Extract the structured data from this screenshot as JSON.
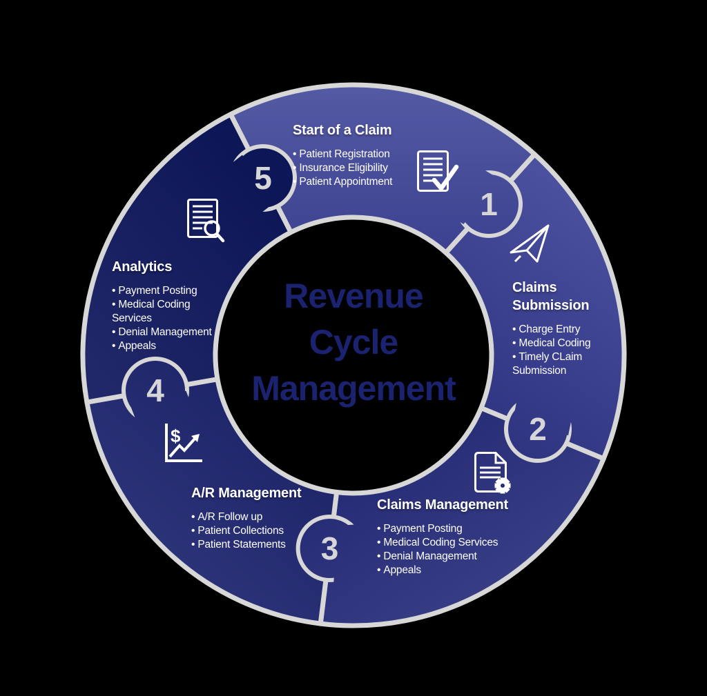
{
  "diagram": {
    "center_title": {
      "lines": [
        "Revenue",
        "Cycle",
        "Management"
      ]
    },
    "step_numbers": [
      "1",
      "2",
      "3",
      "4",
      "5"
    ],
    "segments": [
      {
        "name": "Start of a Claim",
        "icon": "document-check-icon",
        "items": [
          "Patient Registration",
          "Insurance Eligibility",
          "Patient Appointment"
        ]
      },
      {
        "name": "Claims Submission",
        "icon": "paper-plane-icon",
        "items": [
          "Charge Entry",
          "Medical Coding",
          "Timely CLaim Submission"
        ]
      },
      {
        "name": "Claims Management",
        "icon": "document-gear-icon",
        "items": [
          "Payment Posting",
          "Medical Coding Services",
          "Denial Management",
          "Appeals"
        ]
      },
      {
        "name": "A/R Management",
        "icon": "dollar-growth-chart-icon",
        "icon_glyph": "$",
        "items": [
          "A/R Follow up",
          "Patient Collections",
          "Patient Statements"
        ]
      },
      {
        "name": "Analytics",
        "icon": "document-search-icon",
        "items": [
          "Payment Posting",
          "Medical Coding Services",
          "Denial Management",
          "Appeals"
        ]
      }
    ],
    "colors": {
      "background": "#000000",
      "outline": "#d7d7d7",
      "number_text": "#d6d6d8",
      "label_text": "#ffffff",
      "center_title_text": "#1b2371",
      "segment_start_of_a_claim": [
        "#555ba4",
        "#3a3f8e"
      ],
      "segment_claims_submission": [
        "#4c51a0",
        "#2e3380"
      ],
      "segment_claims_management": [
        "#3c4289",
        "#262b75"
      ],
      "segment_ar_management": [
        "#2d3479",
        "#1a2165"
      ],
      "segment_analytics": [
        "#212869",
        "#0d1656"
      ]
    }
  }
}
